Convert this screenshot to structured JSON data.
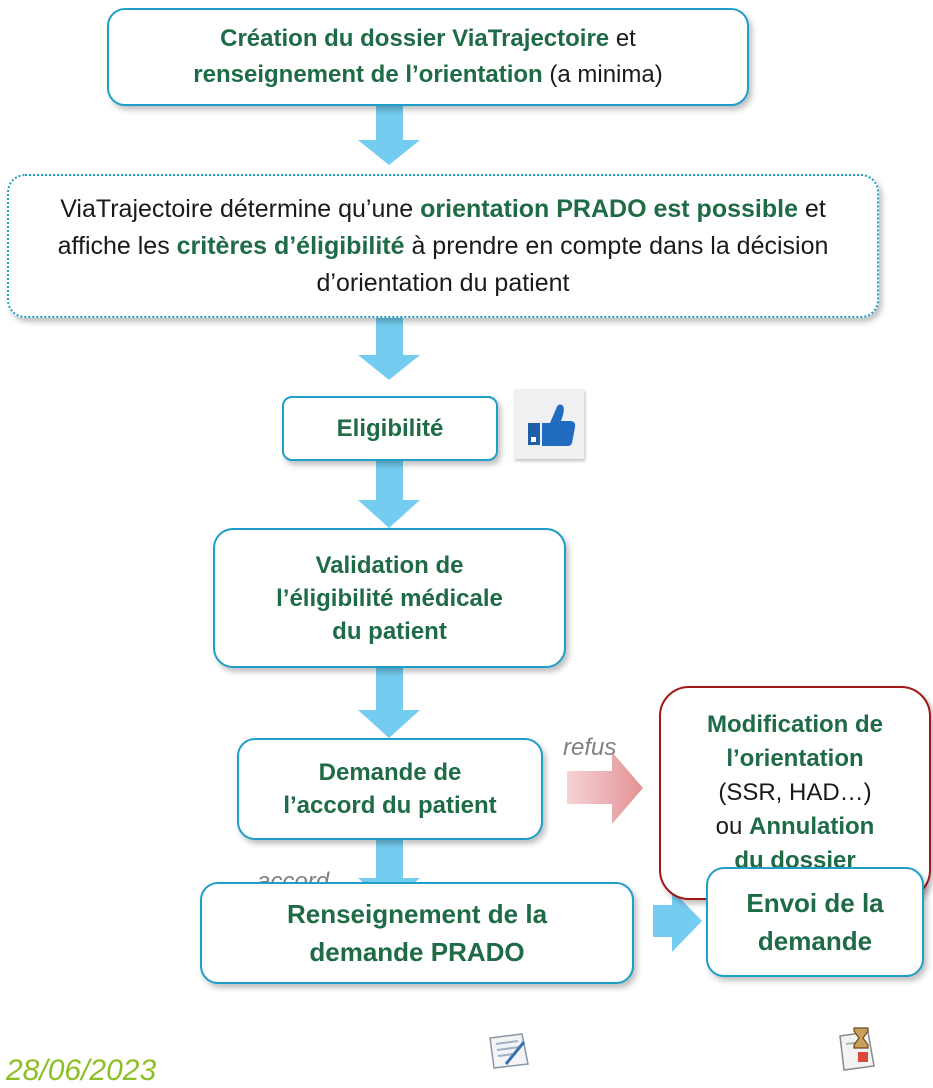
{
  "colors": {
    "box_border": "#1f9fc7",
    "text_green": "#1e6b46",
    "arrow_blue": "#74cdf0",
    "arrow_refus": "#e8a0a4",
    "refus_border": "#a01818",
    "date_color": "#8cbf26"
  },
  "boxes": {
    "creation": {
      "b1": "Création du dossier ViaTrajectoire",
      "t1": " et",
      "b2": "renseignement de l’orientation",
      "t2": " (a minima)"
    },
    "determination": {
      "t1": "ViaTrajectoire détermine qu’une ",
      "b1": "orientation PRADO est possible",
      "t2": " et affiche les ",
      "b2": "critères d’éligibilité",
      "t3": " à prendre en compte dans la décision d’orientation du patient"
    },
    "eligibilite": "Eligibilité",
    "validation": {
      "l1": "Validation de",
      "l2": "l’éligibilité médicale",
      "l3": "du patient"
    },
    "demande_accord": {
      "l1": "Demande de",
      "l2": "l’accord du patient"
    },
    "modification": {
      "l1": "Modification de",
      "l2": "l’orientation",
      "l3": "(SSR, HAD…)",
      "l4a": "ou ",
      "l4b": "Annulation",
      "l5": "du dossier"
    },
    "renseignement": {
      "l1": "Renseignement de la",
      "l2": "demande PRADO"
    },
    "envoi": {
      "l1": "Envoi de la",
      "l2": "demande"
    }
  },
  "labels": {
    "refus": "refus",
    "accord": "accord"
  },
  "footer": {
    "date": "28/06/2023"
  },
  "icons": [
    "thumbs-up-icon",
    "form-edit-icon",
    "hourglass-document-icon"
  ]
}
